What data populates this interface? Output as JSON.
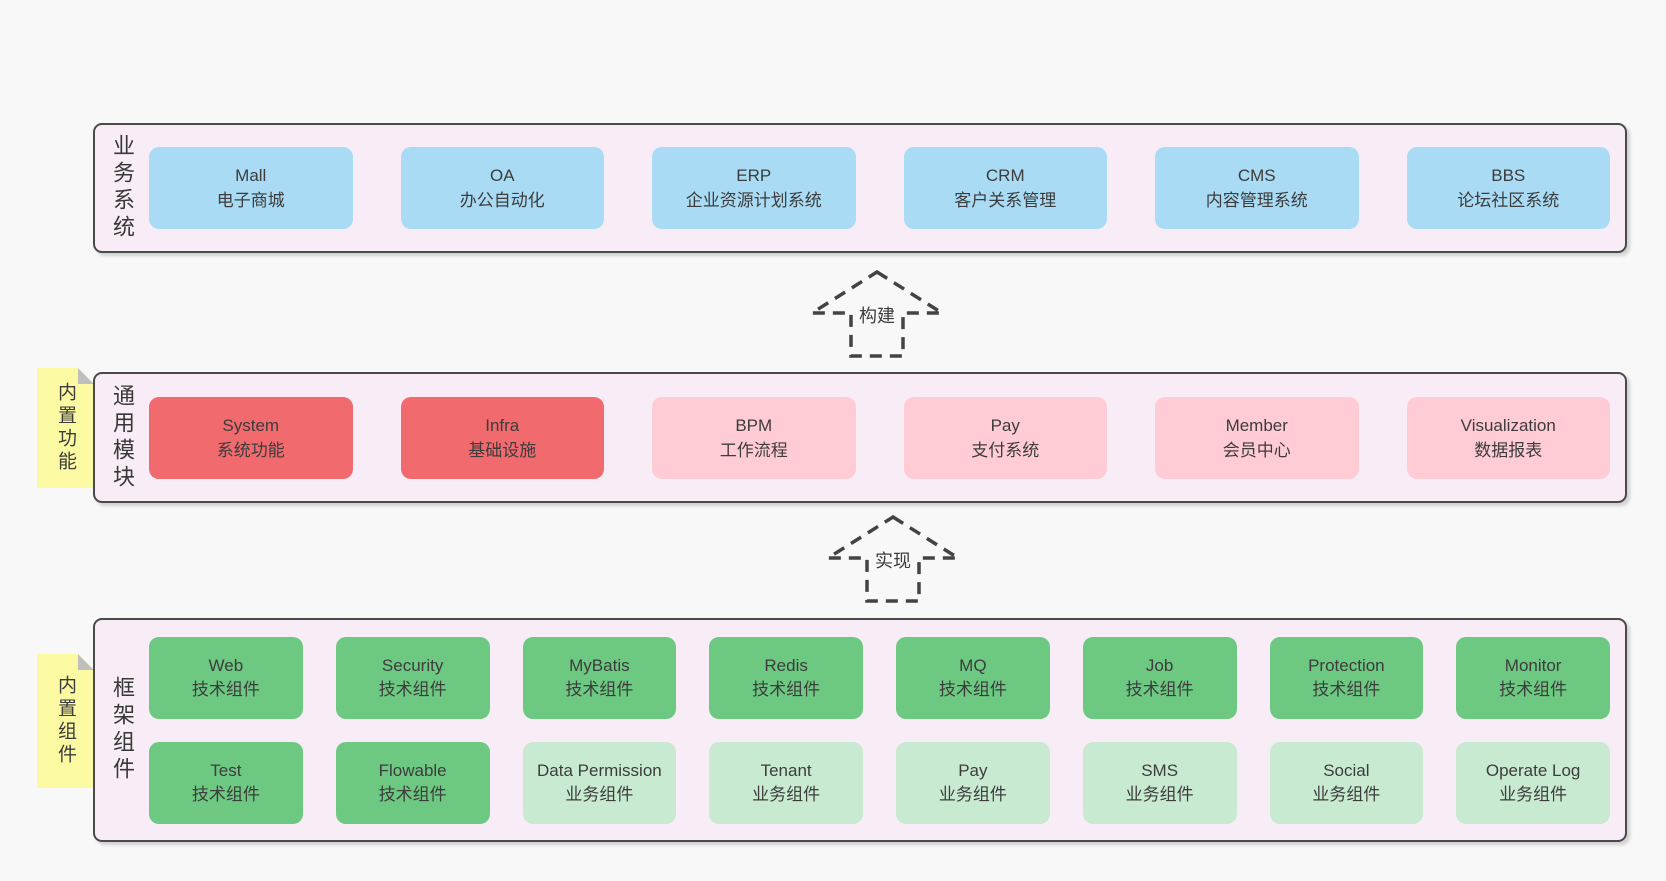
{
  "colors": {
    "background": "#f8f8f8",
    "panel_fill": "#f8edf6",
    "panel_border": "#4a4a4a",
    "blue": "#a9dbf4",
    "red": "#f16a6d",
    "pink": "#ffccd5",
    "green": "#6dc881",
    "light_green": "#c8ead1",
    "note_yellow": "#fbfaa2",
    "text": "#3c3c3c"
  },
  "sections": [
    {
      "id": "business-systems",
      "label": "业务系统",
      "boxes": [
        {
          "name": "Mall",
          "desc": "电子商城",
          "variant": "blue"
        },
        {
          "name": "OA",
          "desc": "办公自动化",
          "variant": "blue"
        },
        {
          "name": "ERP",
          "desc": "企业资源计划系统",
          "variant": "blue"
        },
        {
          "name": "CRM",
          "desc": "客户关系管理",
          "variant": "blue"
        },
        {
          "name": "CMS",
          "desc": "内容管理系统",
          "variant": "blue"
        },
        {
          "name": "BBS",
          "desc": "论坛社区系统",
          "variant": "blue"
        }
      ]
    },
    {
      "id": "common-modules",
      "label": "通用模块",
      "note": "内置功能",
      "boxes": [
        {
          "name": "System",
          "desc": "系统功能",
          "variant": "red"
        },
        {
          "name": "Infra",
          "desc": "基础设施",
          "variant": "red"
        },
        {
          "name": "BPM",
          "desc": "工作流程",
          "variant": "pink"
        },
        {
          "name": "Pay",
          "desc": "支付系统",
          "variant": "pink"
        },
        {
          "name": "Member",
          "desc": "会员中心",
          "variant": "pink"
        },
        {
          "name": "Visualization",
          "desc": "数据报表",
          "variant": "pink"
        }
      ]
    },
    {
      "id": "framework-components",
      "label": "框架组件",
      "note": "内置组件",
      "rows": [
        [
          {
            "name": "Web",
            "desc": "技术组件",
            "variant": "green"
          },
          {
            "name": "Security",
            "desc": "技术组件",
            "variant": "green"
          },
          {
            "name": "MyBatis",
            "desc": "技术组件",
            "variant": "green"
          },
          {
            "name": "Redis",
            "desc": "技术组件",
            "variant": "green"
          },
          {
            "name": "MQ",
            "desc": "技术组件",
            "variant": "green"
          },
          {
            "name": "Job",
            "desc": "技术组件",
            "variant": "green"
          },
          {
            "name": "Protection",
            "desc": "技术组件",
            "variant": "green"
          },
          {
            "name": "Monitor",
            "desc": "技术组件",
            "variant": "green"
          }
        ],
        [
          {
            "name": "Test",
            "desc": "技术组件",
            "variant": "green"
          },
          {
            "name": "Flowable",
            "desc": "技术组件",
            "variant": "green"
          },
          {
            "name": "Data Permission",
            "desc": "业务组件",
            "variant": "lightgreen"
          },
          {
            "name": "Tenant",
            "desc": "业务组件",
            "variant": "lightgreen"
          },
          {
            "name": "Pay",
            "desc": "业务组件",
            "variant": "lightgreen"
          },
          {
            "name": "SMS",
            "desc": "业务组件",
            "variant": "lightgreen"
          },
          {
            "name": "Social",
            "desc": "业务组件",
            "variant": "lightgreen"
          },
          {
            "name": "Operate Log",
            "desc": "业务组件",
            "variant": "lightgreen"
          }
        ]
      ]
    }
  ],
  "arrows": [
    {
      "label": "构建"
    },
    {
      "label": "实现"
    }
  ]
}
